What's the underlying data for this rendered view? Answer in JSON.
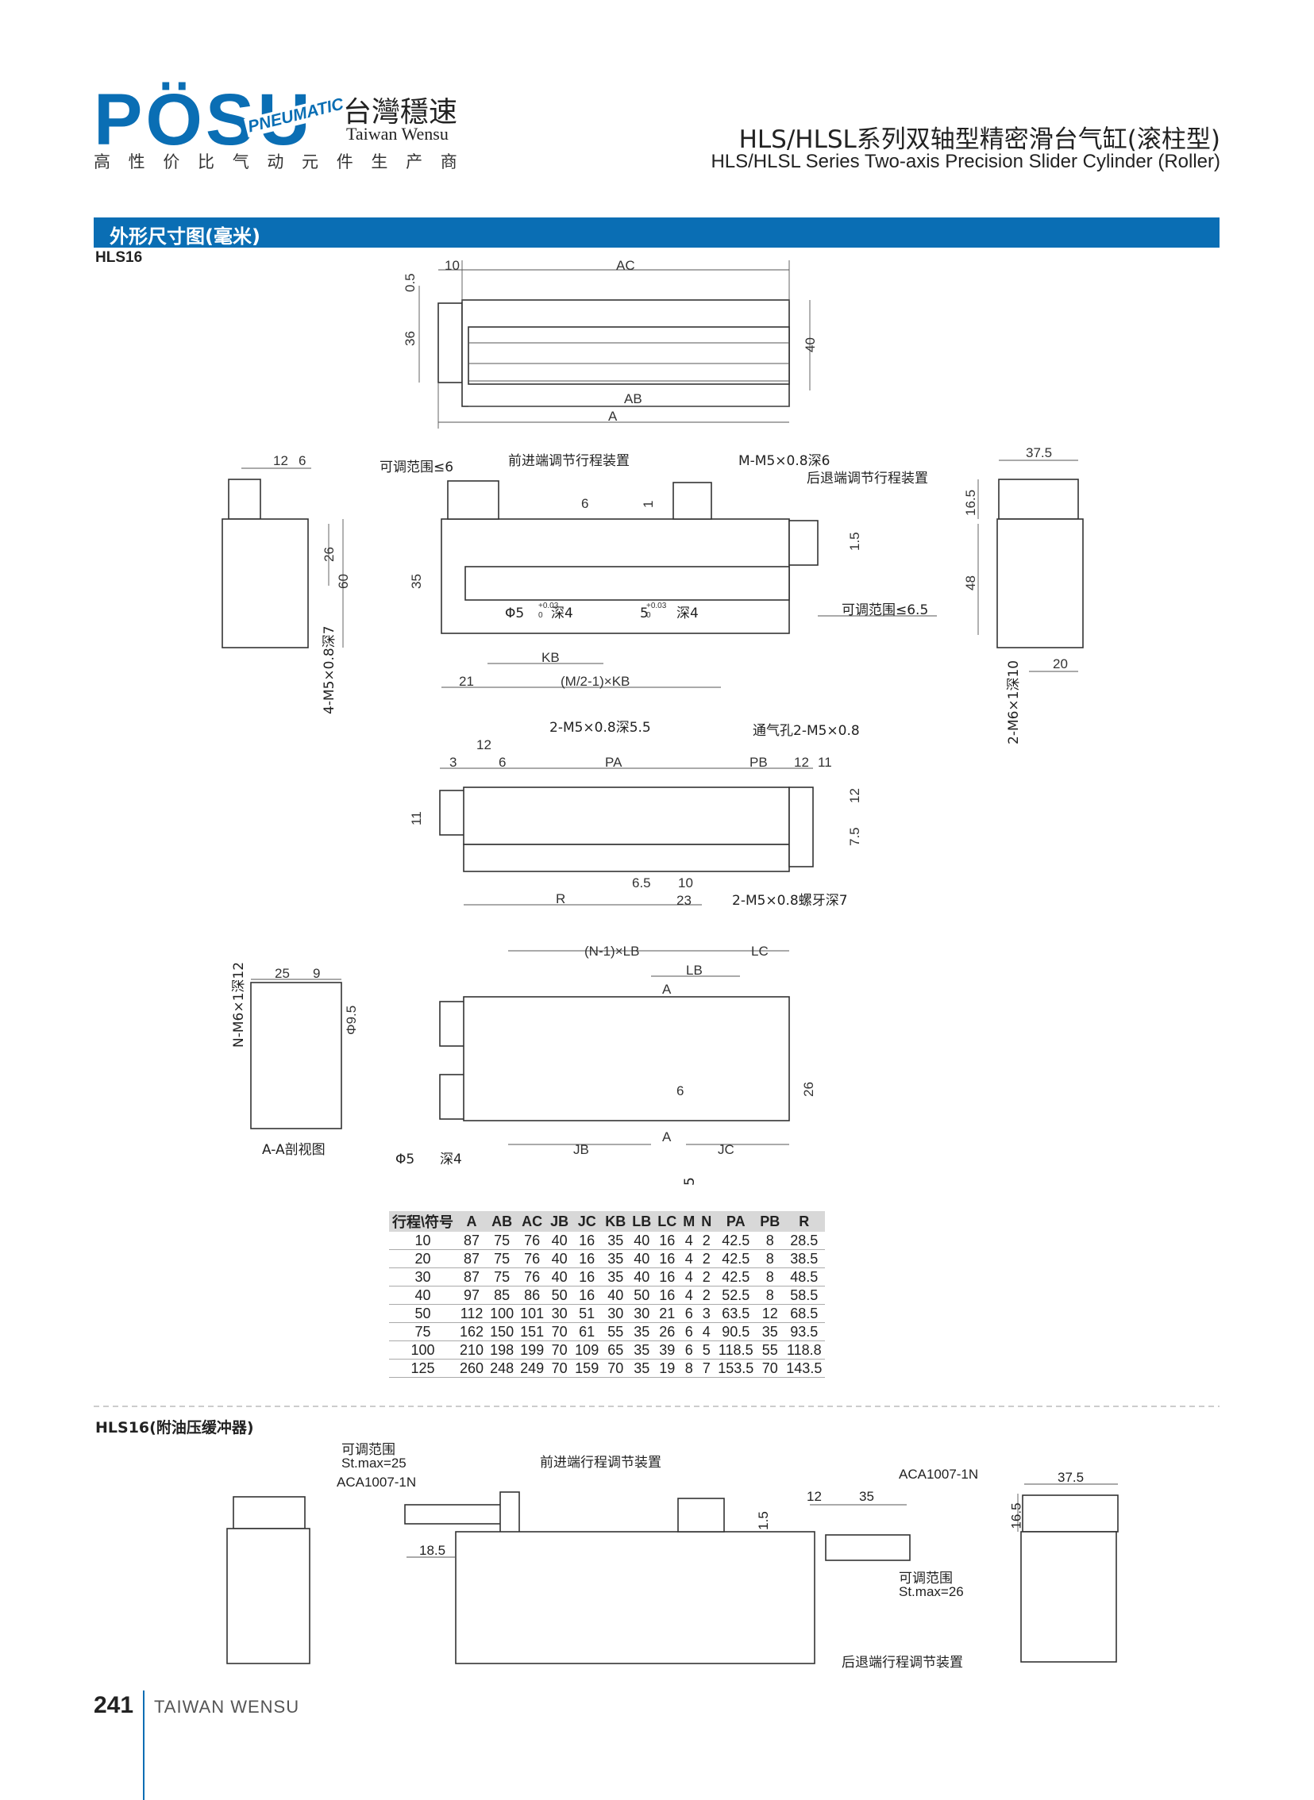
{
  "header": {
    "logo_text": "PÖSU",
    "logo_tag": "PNEUMATIC",
    "brand_cn": "台灣穩速",
    "brand_en": "Taiwan Wensu",
    "slogan": "高 性 价 比 气 动 元 件 生 产 商",
    "title_cn": "HLS/HLSL系列双轴型精密滑台气缸(滚柱型)",
    "title_en": "HLS/HLSL Series Two-axis Precision Slider Cylinder (Roller)",
    "accent": "#0a6eb4"
  },
  "section": {
    "bar": "外形尺寸图(毫米)",
    "model": "HLS16"
  },
  "labels": {
    "adj6": "可调范围≤6",
    "front_adj": "前进端调节行程装置",
    "m_thread": "M-M5×0.8深6",
    "rear_adj": "后退端调节行程装置",
    "adj65": "可调范围≤6.5",
    "phi_hole": "Φ5",
    "phi_depth": "深4",
    "hole5": "5",
    "four_m5": "4-M5×0.8深7",
    "two_m6": "2-M6×1深10",
    "two_m5_55": "2-M5×0.8深5.5",
    "vent": "通气孔2-M5×0.8",
    "two_m5_thread": "2-M5×0.8螺牙深7",
    "n_m6": "N-M6×1深12",
    "section_aa": "A-A剖视图",
    "nlb": "(N-1)×LB",
    "mkb": "(M/2-1)×KB",
    "tol": "+0.03",
    "tol0": "0",
    "dims": {
      "d10": "10",
      "d05": "0.5",
      "d36": "36",
      "d40": "40",
      "ac": "AC",
      "ab": "AB",
      "a": "A",
      "d12": "12",
      "d6": "6",
      "d26": "26",
      "d60": "60",
      "d1": "1",
      "d15": "1.5",
      "d35": "35",
      "kb": "KB",
      "d21": "21",
      "d375": "37.5",
      "d165": "16.5",
      "d48": "48",
      "d20": "20",
      "d3": "3",
      "d11": "11",
      "d65": "6.5",
      "pa": "PA",
      "pb": "PB",
      "d75": "7.5",
      "r": "R",
      "d23": "23",
      "d25": "25",
      "d9": "9",
      "phi95": "Φ9.5",
      "lc": "LC",
      "lb": "LB",
      "jb": "JB",
      "jc": "JC",
      "d185": "18.5"
    }
  },
  "table": {
    "headers": [
      "行程\\符号",
      "A",
      "AB",
      "AC",
      "JB",
      "JC",
      "KB",
      "LB",
      "LC",
      "M",
      "N",
      "PA",
      "PB",
      "R"
    ],
    "rows": [
      [
        "10",
        "87",
        "75",
        "76",
        "40",
        "16",
        "35",
        "40",
        "16",
        "4",
        "2",
        "42.5",
        "8",
        "28.5"
      ],
      [
        "20",
        "87",
        "75",
        "76",
        "40",
        "16",
        "35",
        "40",
        "16",
        "4",
        "2",
        "42.5",
        "8",
        "38.5"
      ],
      [
        "30",
        "87",
        "75",
        "76",
        "40",
        "16",
        "35",
        "40",
        "16",
        "4",
        "2",
        "42.5",
        "8",
        "48.5"
      ],
      [
        "40",
        "97",
        "85",
        "86",
        "50",
        "16",
        "40",
        "50",
        "16",
        "4",
        "2",
        "52.5",
        "8",
        "58.5"
      ],
      [
        "50",
        "112",
        "100",
        "101",
        "30",
        "51",
        "30",
        "30",
        "21",
        "6",
        "3",
        "63.5",
        "12",
        "68.5"
      ],
      [
        "75",
        "162",
        "150",
        "151",
        "70",
        "61",
        "55",
        "35",
        "26",
        "6",
        "4",
        "90.5",
        "35",
        "93.5"
      ],
      [
        "100",
        "210",
        "198",
        "199",
        "70",
        "109",
        "65",
        "35",
        "39",
        "6",
        "5",
        "118.5",
        "55",
        "118.8"
      ],
      [
        "125",
        "260",
        "248",
        "249",
        "70",
        "159",
        "70",
        "35",
        "19",
        "8",
        "7",
        "153.5",
        "70",
        "143.5"
      ]
    ]
  },
  "bottom": {
    "model": "HLS16(附油压缓冲器)",
    "adj_range": "可调范围",
    "st25": "St.max=25",
    "aca_left": "ACA1007-1N",
    "front_adj": "前进端行程调节装置",
    "aca_right": "ACA1007-1N",
    "d12": "12",
    "d35": "35",
    "d15": "1.5",
    "adj_range2": "可调范围",
    "st26": "St.max=26",
    "rear_adj": "后退端行程调节装置",
    "d185": "18.5",
    "d375": "37.5",
    "d165": "16.5"
  },
  "footer": {
    "page": "241",
    "company": "TAIWAN WENSU"
  }
}
